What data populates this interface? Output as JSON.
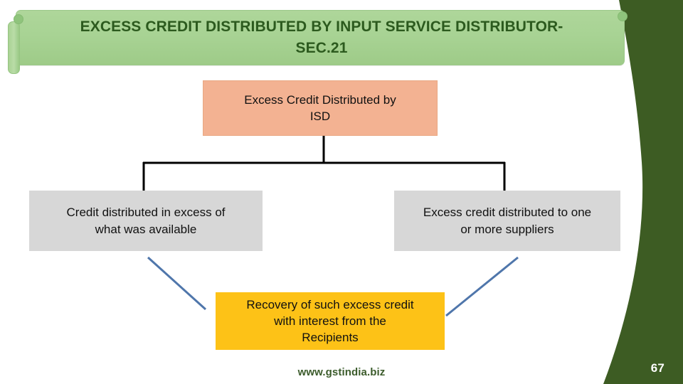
{
  "slide": {
    "page_number": "67",
    "footer_url": "www.gstindia.biz",
    "colors": {
      "banner_green": "#a8d394",
      "title_text_green": "#2c5a1e",
      "deco_dark_green": "#3d5c23",
      "root_node_salmon": "#f3b292",
      "branch_node_gray": "#d7d7d7",
      "result_node_yellow": "#fdc217",
      "connector_black": "#000000",
      "connector_blue": "#4f76ab"
    }
  },
  "header": {
    "title": "EXCESS CREDIT DISTRIBUTED BY INPUT SERVICE DISTRIBUTOR-\nSEC.21"
  },
  "diagram": {
    "root": {
      "label": "Excess Credit Distributed by\nISD"
    },
    "branches": [
      {
        "label": "Credit distributed in excess of\nwhat was available"
      },
      {
        "label": "Excess credit distributed to one\nor more suppliers"
      }
    ],
    "result": {
      "label": "Recovery of such excess credit\nwith interest from the\nRecipients"
    }
  }
}
